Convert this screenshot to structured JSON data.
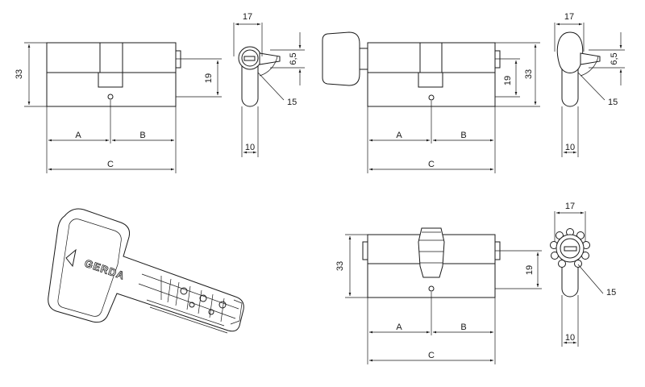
{
  "drawing_a": {
    "dim_a": "A",
    "dim_b": "B",
    "dim_c": "C",
    "height_33": "33",
    "height_19": "19",
    "width_17": "17",
    "cam_65": "6,5",
    "radius_15": "15",
    "width_10": "10"
  },
  "drawing_b": {
    "dim_a": "A",
    "dim_b": "B",
    "dim_c": "C",
    "height_33": "33",
    "height_19": "19",
    "width_17": "17",
    "cam_65": "6,5",
    "radius_15": "15",
    "width_10": "10"
  },
  "drawing_c": {
    "dim_a": "A",
    "dim_b": "B",
    "dim_c": "C",
    "height_33": "33",
    "height_19": "19",
    "width_17": "17",
    "radius_15": "15",
    "width_10": "10"
  },
  "key": {
    "brand": "GERDA"
  }
}
